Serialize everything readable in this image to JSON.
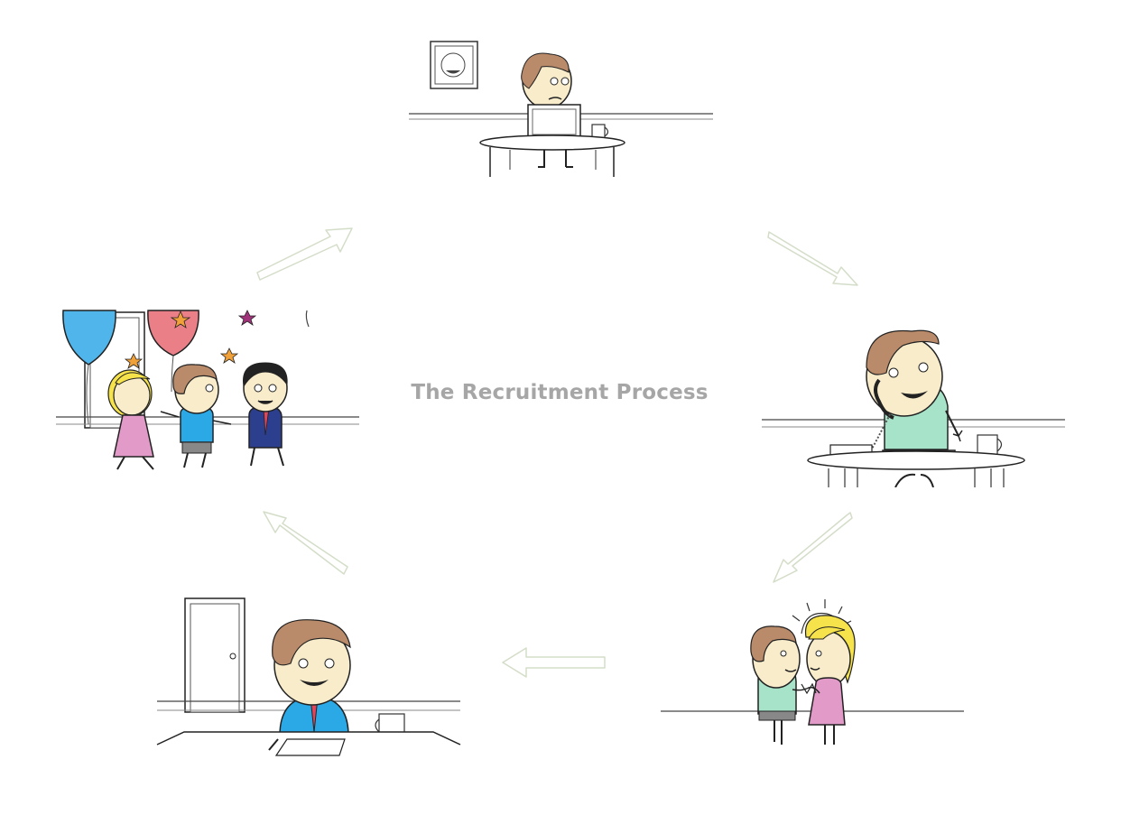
{
  "diagram": {
    "title": "The Recruitment Process",
    "colors": {
      "skin": "#f8eccb",
      "hair": "#b98b6a",
      "line": "#222222",
      "shirt_green": "#a6e3c8",
      "shirt_blue": "#2aa9e6",
      "dress_pink": "#e29ac8",
      "hair_blonde": "#f6e24a",
      "balloon_blue": "#4fb5ea",
      "balloon_pink": "#ea7f88",
      "star_orange": "#f0a13a",
      "suit_navy": "#2c3f8f",
      "tie_red": "#e0455a",
      "arrow_stroke": "#d3ddc8"
    },
    "scenes": [
      {
        "id": "desk-laptop",
        "icon": "laptop-icon"
      },
      {
        "id": "phone-call",
        "icon": "phone-icon"
      },
      {
        "id": "handshake",
        "icon": "lightbulb-icon"
      },
      {
        "id": "office-interview",
        "icon": "door-icon"
      },
      {
        "id": "celebration",
        "icon": "balloon-icon"
      }
    ],
    "arrows": [
      {
        "from": "desk-laptop",
        "to": "phone-call"
      },
      {
        "from": "phone-call",
        "to": "handshake"
      },
      {
        "from": "handshake",
        "to": "office-interview"
      },
      {
        "from": "office-interview",
        "to": "celebration"
      },
      {
        "from": "celebration",
        "to": "desk-laptop"
      }
    ]
  }
}
